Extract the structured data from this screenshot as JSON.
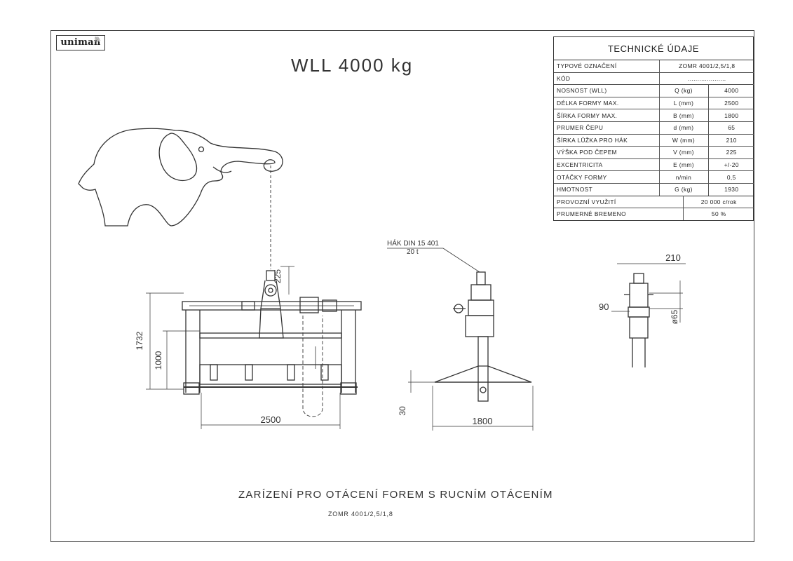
{
  "logo": {
    "text": "uniman"
  },
  "header": {
    "wll": "WLL 4000 kg"
  },
  "technical": {
    "title": "TECHNICKÉ ÚDAJE",
    "rows": [
      {
        "label": "TYPOVÉ OZNAČENÍ",
        "unit": "ZOMR 4001/2,5/1,8",
        "value": ""
      },
      {
        "label": "KÓD",
        "unit": "....................",
        "value": ""
      },
      {
        "label": "NOSNOST (WLL)",
        "unit": "Q (kg)",
        "value": "4000"
      },
      {
        "label": "DÉLKA FORMY MAX.",
        "unit": "L (mm)",
        "value": "2500"
      },
      {
        "label": "ŠÍRKA FORMY MAX.",
        "unit": "B (mm)",
        "value": "1800"
      },
      {
        "label": "PRUMER ČEPU",
        "unit": "d (mm)",
        "value": "65"
      },
      {
        "label": "ŠÍRKA LŮŽKA PRO HÁK",
        "unit": "W (mm)",
        "value": "210"
      },
      {
        "label": "VÝŠKA POD ČEPEM",
        "unit": "V (mm)",
        "value": "225"
      },
      {
        "label": "EXCENTRICITA",
        "unit": "E (mm)",
        "value": "+/-20"
      },
      {
        "label": "OTÁČKY FORMY",
        "unit": "n/min",
        "value": "0,5"
      },
      {
        "label": "HMOTNOST",
        "unit": "G (kg)",
        "value": "1930"
      }
    ],
    "extra": [
      {
        "label": "PROVOZNÍ VYUŽITÍ",
        "value": "20 000 c/rok"
      },
      {
        "label": "PRUMERNÉ BREMENO",
        "value": "50 %"
      }
    ]
  },
  "dims": {
    "d225": "225",
    "d1732": "1732",
    "d1000": "1000",
    "d2500": "2500",
    "hook": "HÁK DIN 15 401",
    "hook_load": "20 t",
    "d30": "30",
    "d1800": "1800",
    "d210": "210",
    "d90": "90",
    "d65": "ø65"
  },
  "footer": {
    "title": "ZARÍZENÍ PRO OTÁCENÍ FOREM S RUCNÍM OTÁCENÍM",
    "code": "ZOMR 4001/2,5/1,8"
  }
}
